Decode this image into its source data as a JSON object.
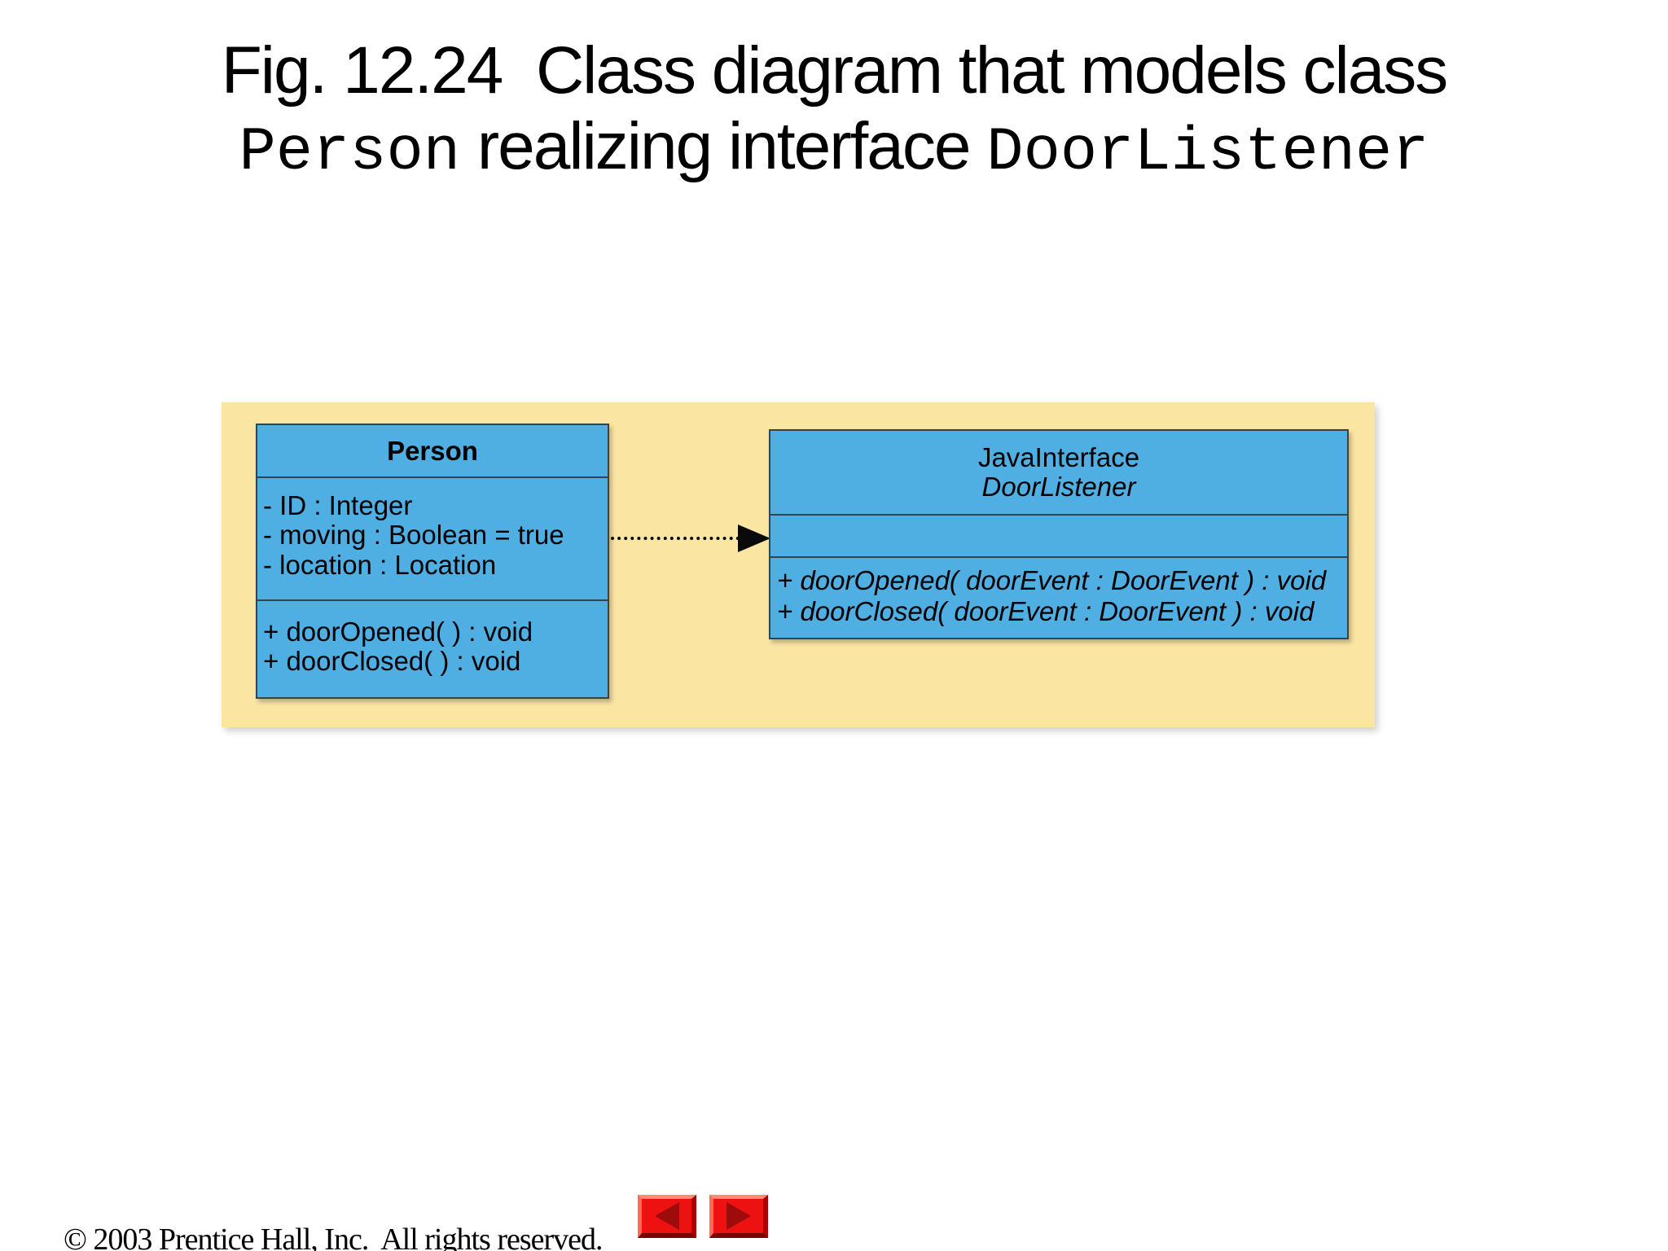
{
  "title": {
    "line1": "Fig. 12.24  Class diagram that models class",
    "line2_code1": "Person",
    "line2_middle": " realizing interface ",
    "line2_code2": "DoorListener"
  },
  "diagram": {
    "person": {
      "name": "Person",
      "attributes": [
        "- ID : Integer",
        "- moving : Boolean = true",
        "- location : Location"
      ],
      "methods": [
        "+ doorOpened( ) : void",
        "+ doorClosed( ) : void"
      ]
    },
    "interface": {
      "stereotype": "JavaInterface",
      "name": "DoorListener",
      "methods": [
        "+ doorOpened( doorEvent : DoorEvent ) : void",
        "+ doorClosed( doorEvent : DoorEvent ) : void"
      ]
    },
    "relationship": "dashed-realization-arrow-person-to-doorlistener"
  },
  "footer": {
    "copyright": "© 2003 Prentice Hall, Inc.  All rights reserved."
  },
  "nav": {
    "back_icon": "left-triangle",
    "forward_icon": "right-triangle"
  },
  "colors": {
    "panel_bg": "#FBE5A3",
    "box_bg": "#4FAFE3",
    "box_border": "#33444A",
    "button_red": "#EE1111",
    "button_arrow_red": "#9D0B0B",
    "text": "#000000"
  }
}
